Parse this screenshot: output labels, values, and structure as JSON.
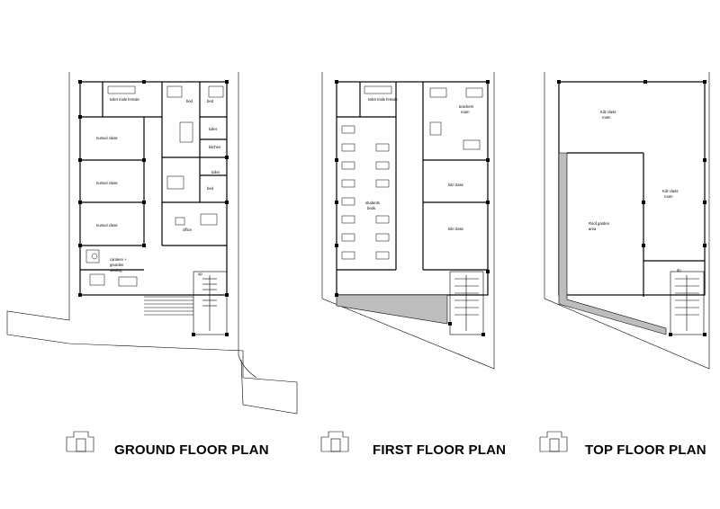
{
  "titles": {
    "ground": "GROUND FLOOR PLAN",
    "first": "FIRST FLOOR PLAN",
    "top": "TOP FLOOR PLAN"
  },
  "ground": {
    "toilet_male_female": "toilet male female",
    "bed1": "bed",
    "bed2": "bed",
    "toilet1": "toilet",
    "kitchen": "kitchen",
    "toilet2": "toilet",
    "nursery1": "nursuri class",
    "nursery2": "nursuri class",
    "nursery3": "nursuri class",
    "office": "office",
    "canteen": "canteen +",
    "canteen2": "geurden",
    "canteen3": "seating",
    "up": "up"
  },
  "first": {
    "toilet_male_female": "toilet male female",
    "teachers_room": "teachers",
    "teachers_room2": "room",
    "students_beds": "students",
    "students_beds2": "beds",
    "kilz1": "kilz class",
    "kilz2": "kilz class"
  },
  "top": {
    "kilz_room1": "Kilz class",
    "kilz_room1b": "room",
    "kilz_room2": "Kilz class",
    "kilz_room2b": "room",
    "roof_garden": "Roof garden",
    "roof_garden2": "area",
    "dn": "dn"
  }
}
